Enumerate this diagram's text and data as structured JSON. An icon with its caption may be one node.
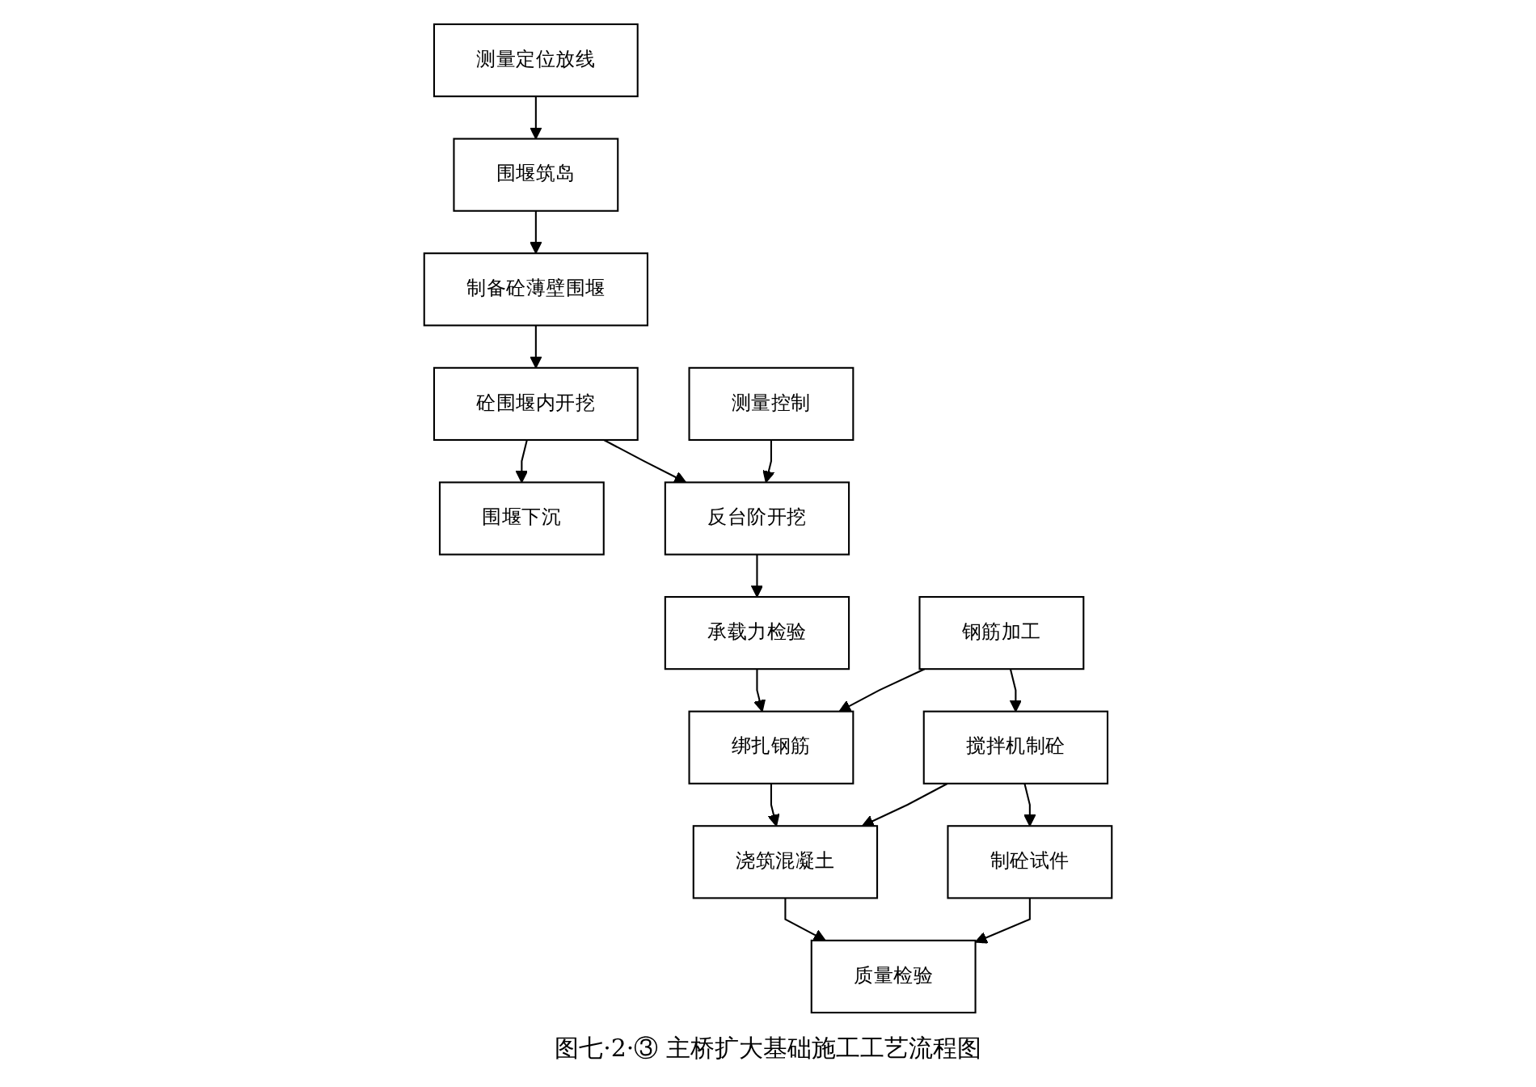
{
  "diagram": {
    "caption": "图七·2·③ 主桥扩大基础施工工艺流程图",
    "nodes": [
      {
        "text": [
          "围堰筑岛"
        ]
      },
      {
        "text": [
          "测量定位放线"
        ]
      },
      {
        "text": [
          "制备砼薄壁围堰"
        ]
      },
      {
        "text": [
          "砼围堰内开挖"
        ]
      },
      {
        "text": [
          "围堰下沉"
        ]
      },
      {
        "text": [
          "反台阶开挖"
        ]
      },
      {
        "text": [
          "测量控制"
        ]
      },
      {
        "text": [
          "承载力检验"
        ]
      },
      {
        "text": [
          "钢筋加工"
        ]
      },
      {
        "text": [
          "绑扎钢筋"
        ]
      },
      {
        "text": [
          "搅拌机制砼"
        ]
      },
      {
        "text": [
          "浇筑混凝土"
        ]
      },
      {
        "text": [
          "制砼试件"
        ]
      },
      {
        "text": [
          "质量检验"
        ]
      }
    ],
    "edges": [
      {
        "from": 1,
        "to": 0,
        "arrow": "to"
      },
      {
        "from": 0,
        "to": 2,
        "arrow": "to"
      },
      {
        "from": 2,
        "to": 3,
        "arrow": "to"
      },
      {
        "from": 3,
        "to": 4,
        "arrow": "to"
      },
      {
        "from": 3,
        "to": 5,
        "arrow": "to"
      },
      {
        "from": 6,
        "to": 5,
        "arrow": "to"
      },
      {
        "from": 5,
        "to": 7,
        "arrow": "to"
      },
      {
        "from": 7,
        "to": 9,
        "arrow": "to"
      },
      {
        "from": 8,
        "to": 9,
        "arrow": "to"
      },
      {
        "from": 8,
        "to": 10,
        "arrow": "to"
      },
      {
        "from": 10,
        "to": 11,
        "arrow": "to"
      },
      {
        "from": 9,
        "to": 11,
        "arrow": "to"
      },
      {
        "from": 10,
        "to": 12,
        "arrow": "to"
      },
      {
        "from": 11,
        "to": 13,
        "arrow": "to"
      },
      {
        "from": 12,
        "to": 13,
        "arrow": "to"
      }
    ]
  }
}
